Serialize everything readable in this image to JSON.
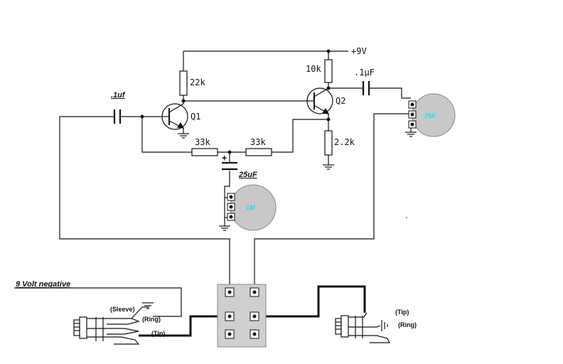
{
  "labels": {
    "supply": "+9V",
    "r_10k": "10k",
    "r_22k": "22k",
    "r_2k2": "2.2k",
    "r_33k_a": "33k",
    "r_33k_b": "33k",
    "cap_out": ".1µF",
    "cap_in": ".1uf",
    "cap_25": "25uF",
    "q1": "Q1",
    "q2": "Q2",
    "pot_1m": "1M",
    "pot_25k": "25K",
    "plus": "+",
    "battery_note": "9 Volt negative",
    "sleeve": "(Sleeve)",
    "ring_left": "(Ring)",
    "tip_left": "(Tip)",
    "tip_right": "(Tip)",
    "ring_right": "(Ring)"
  },
  "colors": {
    "wire": "#111111",
    "pot_body": "#c8c8c8",
    "pot_text": "#19e0e8",
    "switch_body": "#cfcfcf"
  }
}
